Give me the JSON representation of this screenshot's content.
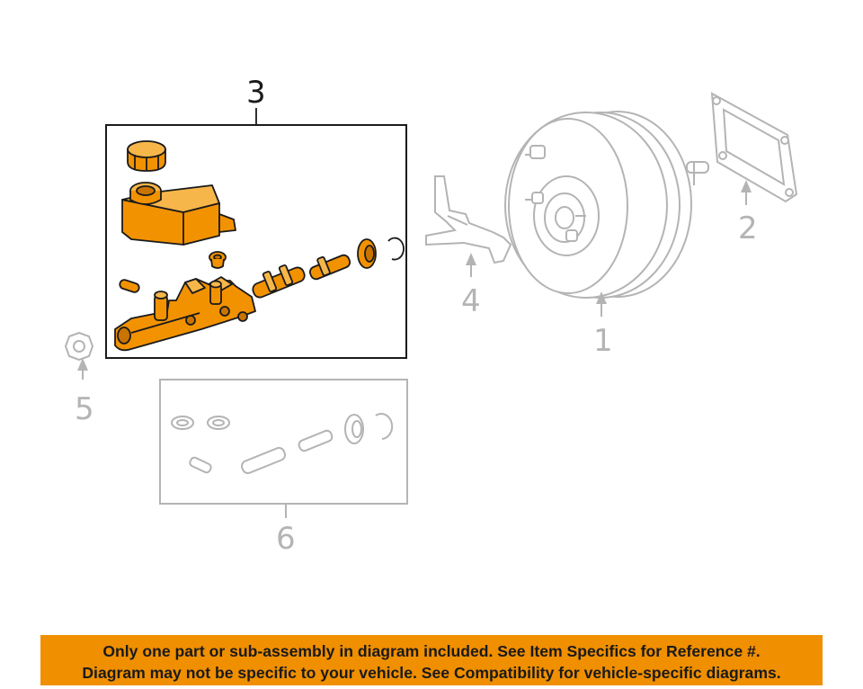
{
  "callouts": {
    "c1": "1",
    "c2": "2",
    "c3": "3",
    "c4": "4",
    "c5": "5",
    "c6": "6"
  },
  "colors": {
    "highlight": "#f29200",
    "ghost": "#b4b4b4",
    "banner": "#f08f00",
    "outline": "#1a1a1a"
  },
  "disclaimer": {
    "line1": "Only one part or sub-assembly in diagram included. See Item Specifics for Reference #.",
    "line2": "Diagram may not be specific to your vehicle. See Compatibility for vehicle-specific diagrams."
  }
}
